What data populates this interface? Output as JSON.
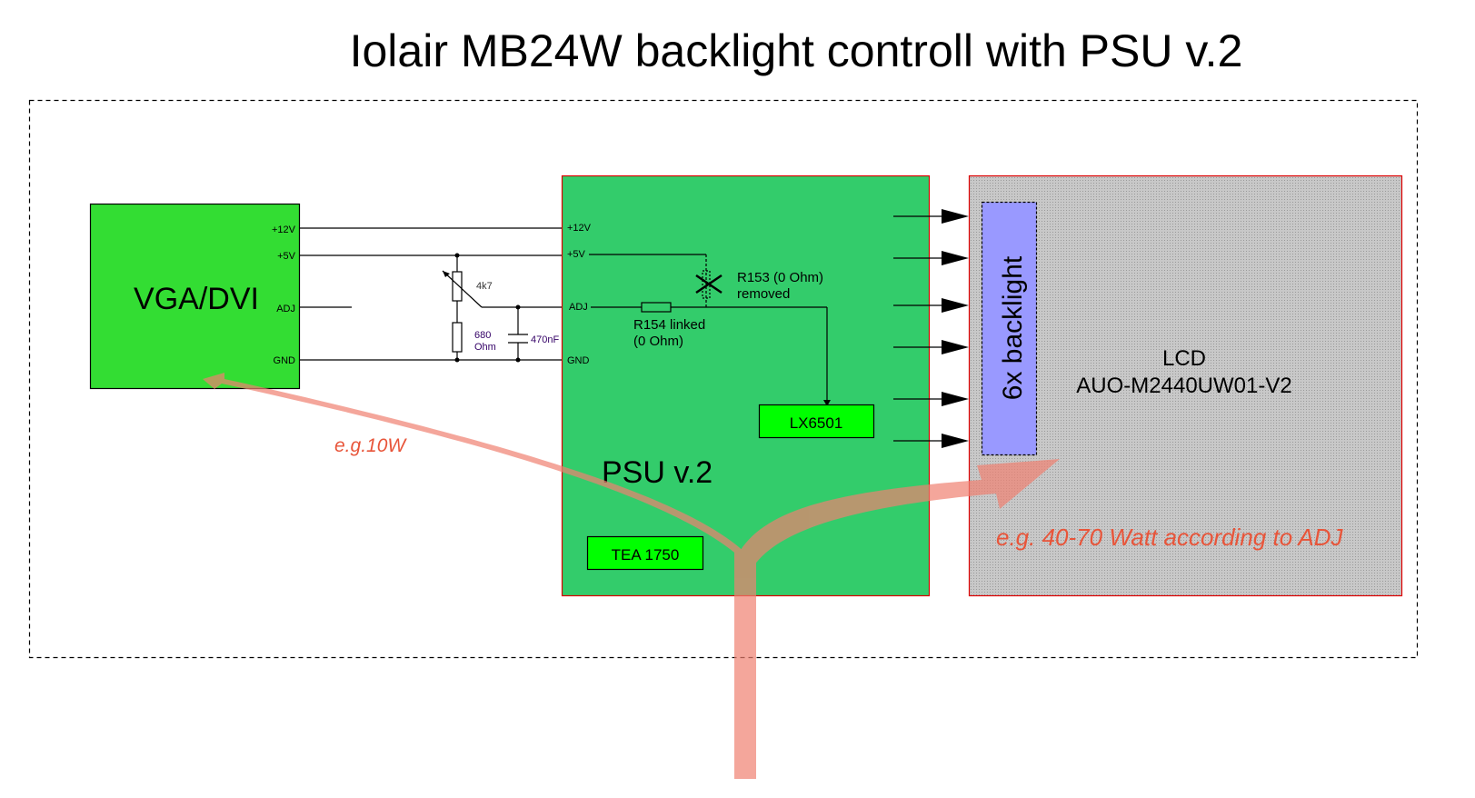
{
  "title": "Iolair MB24W backlight controll with PSU v.2",
  "colors": {
    "vga_fill": "#33dd33",
    "psu_fill": "#33cc6b",
    "chip_fill": "#00ff00",
    "lcd_fill": "#bdbdbd",
    "backlight_fill": "#9999ff",
    "box_border_red": "#dd0000",
    "power_flow": "#f08070",
    "power_text": "#e8553a"
  },
  "vga": {
    "label": "VGA/DVI",
    "pins": [
      "+12V",
      "+5V",
      "ADJ",
      "GND"
    ]
  },
  "network": {
    "pot_label": "4k7",
    "resistor_label_line1": "680",
    "resistor_label_line2": "Ohm",
    "cap_label": "470nF"
  },
  "psu": {
    "label": "PSU v.2",
    "pins": [
      "+12V",
      "+5V",
      "ADJ",
      "GND"
    ],
    "r153_line1": "R153 (0 Ohm)",
    "r153_line2": "removed",
    "r154_line1": "R154 linked",
    "r154_line2": "(0 Ohm)",
    "chip_lx": "LX6501",
    "chip_tea": "TEA 1750",
    "backlight_outputs": 6
  },
  "lcd": {
    "backlight_label": "6x backlight",
    "label_line1": "LCD",
    "label_line2": "AUO-M2440UW01-V2"
  },
  "power": {
    "vga_label": "e.g.10W",
    "lcd_label": "e.g. 40-70 Watt according to ADJ"
  }
}
